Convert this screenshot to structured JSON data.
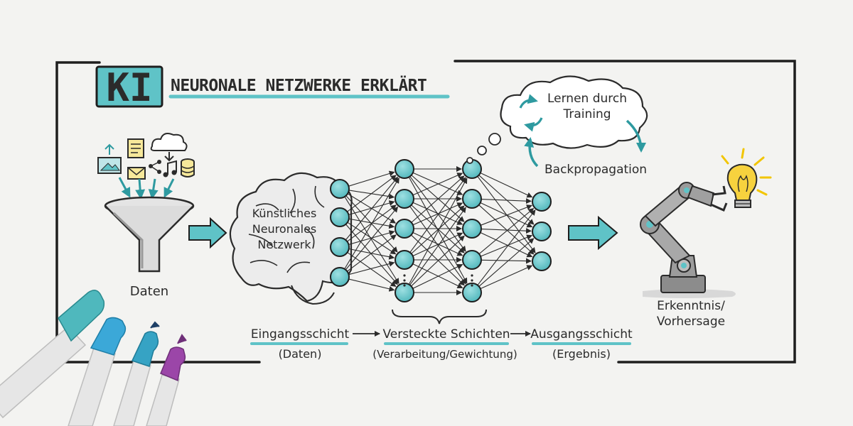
{
  "header": {
    "badge": "KI",
    "title": "NEURONALE NETZWERKE ERKLÄRT"
  },
  "input": {
    "label": "Daten"
  },
  "brain": {
    "line1": "Künstliches",
    "line2": "Neuronales",
    "line3": "Netzwerk"
  },
  "training": {
    "cloud_line1": "Lernen durch",
    "cloud_line2": "Training",
    "backprop": "Backpropagation"
  },
  "layers": {
    "input_name": "Eingangsschicht",
    "input_sub": "(Daten)",
    "hidden_name": "Versteckte Schichten",
    "hidden_sub": "(Verarbeitung/Gewichtung)",
    "output_name": "Ausgangsschicht",
    "output_sub": "(Ergebnis)"
  },
  "output": {
    "line1": "Erkenntnis/",
    "line2": "Vorhersage"
  },
  "colors": {
    "teal": "#5fc3c7",
    "teal_dark": "#2e9aa0",
    "ink": "#2b2b2b",
    "yellow": "#f7d23e",
    "purple": "#9b46a8",
    "blue": "#3ba8d8"
  },
  "icons": [
    "image-icon",
    "document-icon",
    "cloud-download-icon",
    "share-icon",
    "mail-icon",
    "music-icon",
    "database-icon",
    "lightbulb-icon",
    "robot-arm-icon",
    "refresh-icon"
  ]
}
